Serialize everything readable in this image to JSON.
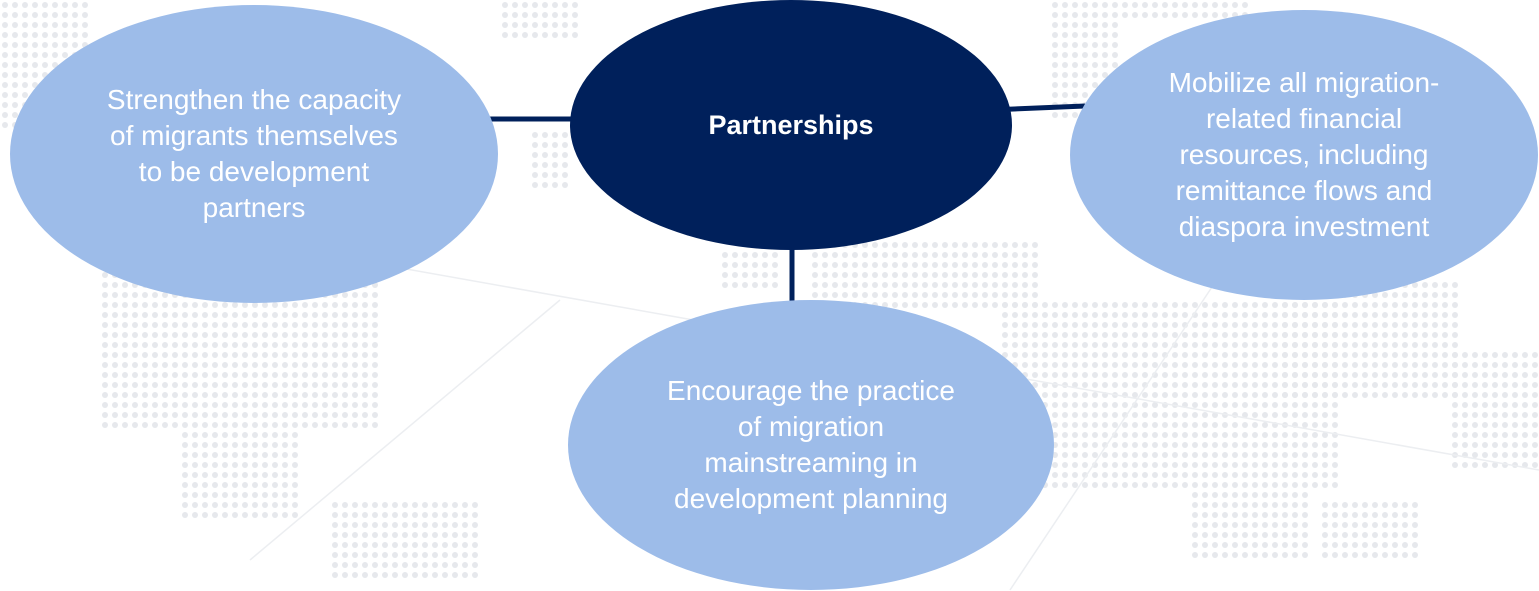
{
  "diagram": {
    "center": {
      "label": "Partnerships"
    },
    "nodes": [
      {
        "id": "left",
        "label": "Strengthen the capacity of migrants themselves to be development partners"
      },
      {
        "id": "right",
        "label": "Mobilize all migration-related financial resources, including remittance flows and diaspora investment"
      },
      {
        "id": "bottom",
        "label": "Encourage the practice of migration mainstreaming in development planning"
      }
    ]
  },
  "colors": {
    "center_fill": "#00205b",
    "node_fill": "#9dbce9",
    "connector": "#00205b",
    "text": "#ffffff",
    "background_dots": "#e4e6ea"
  }
}
